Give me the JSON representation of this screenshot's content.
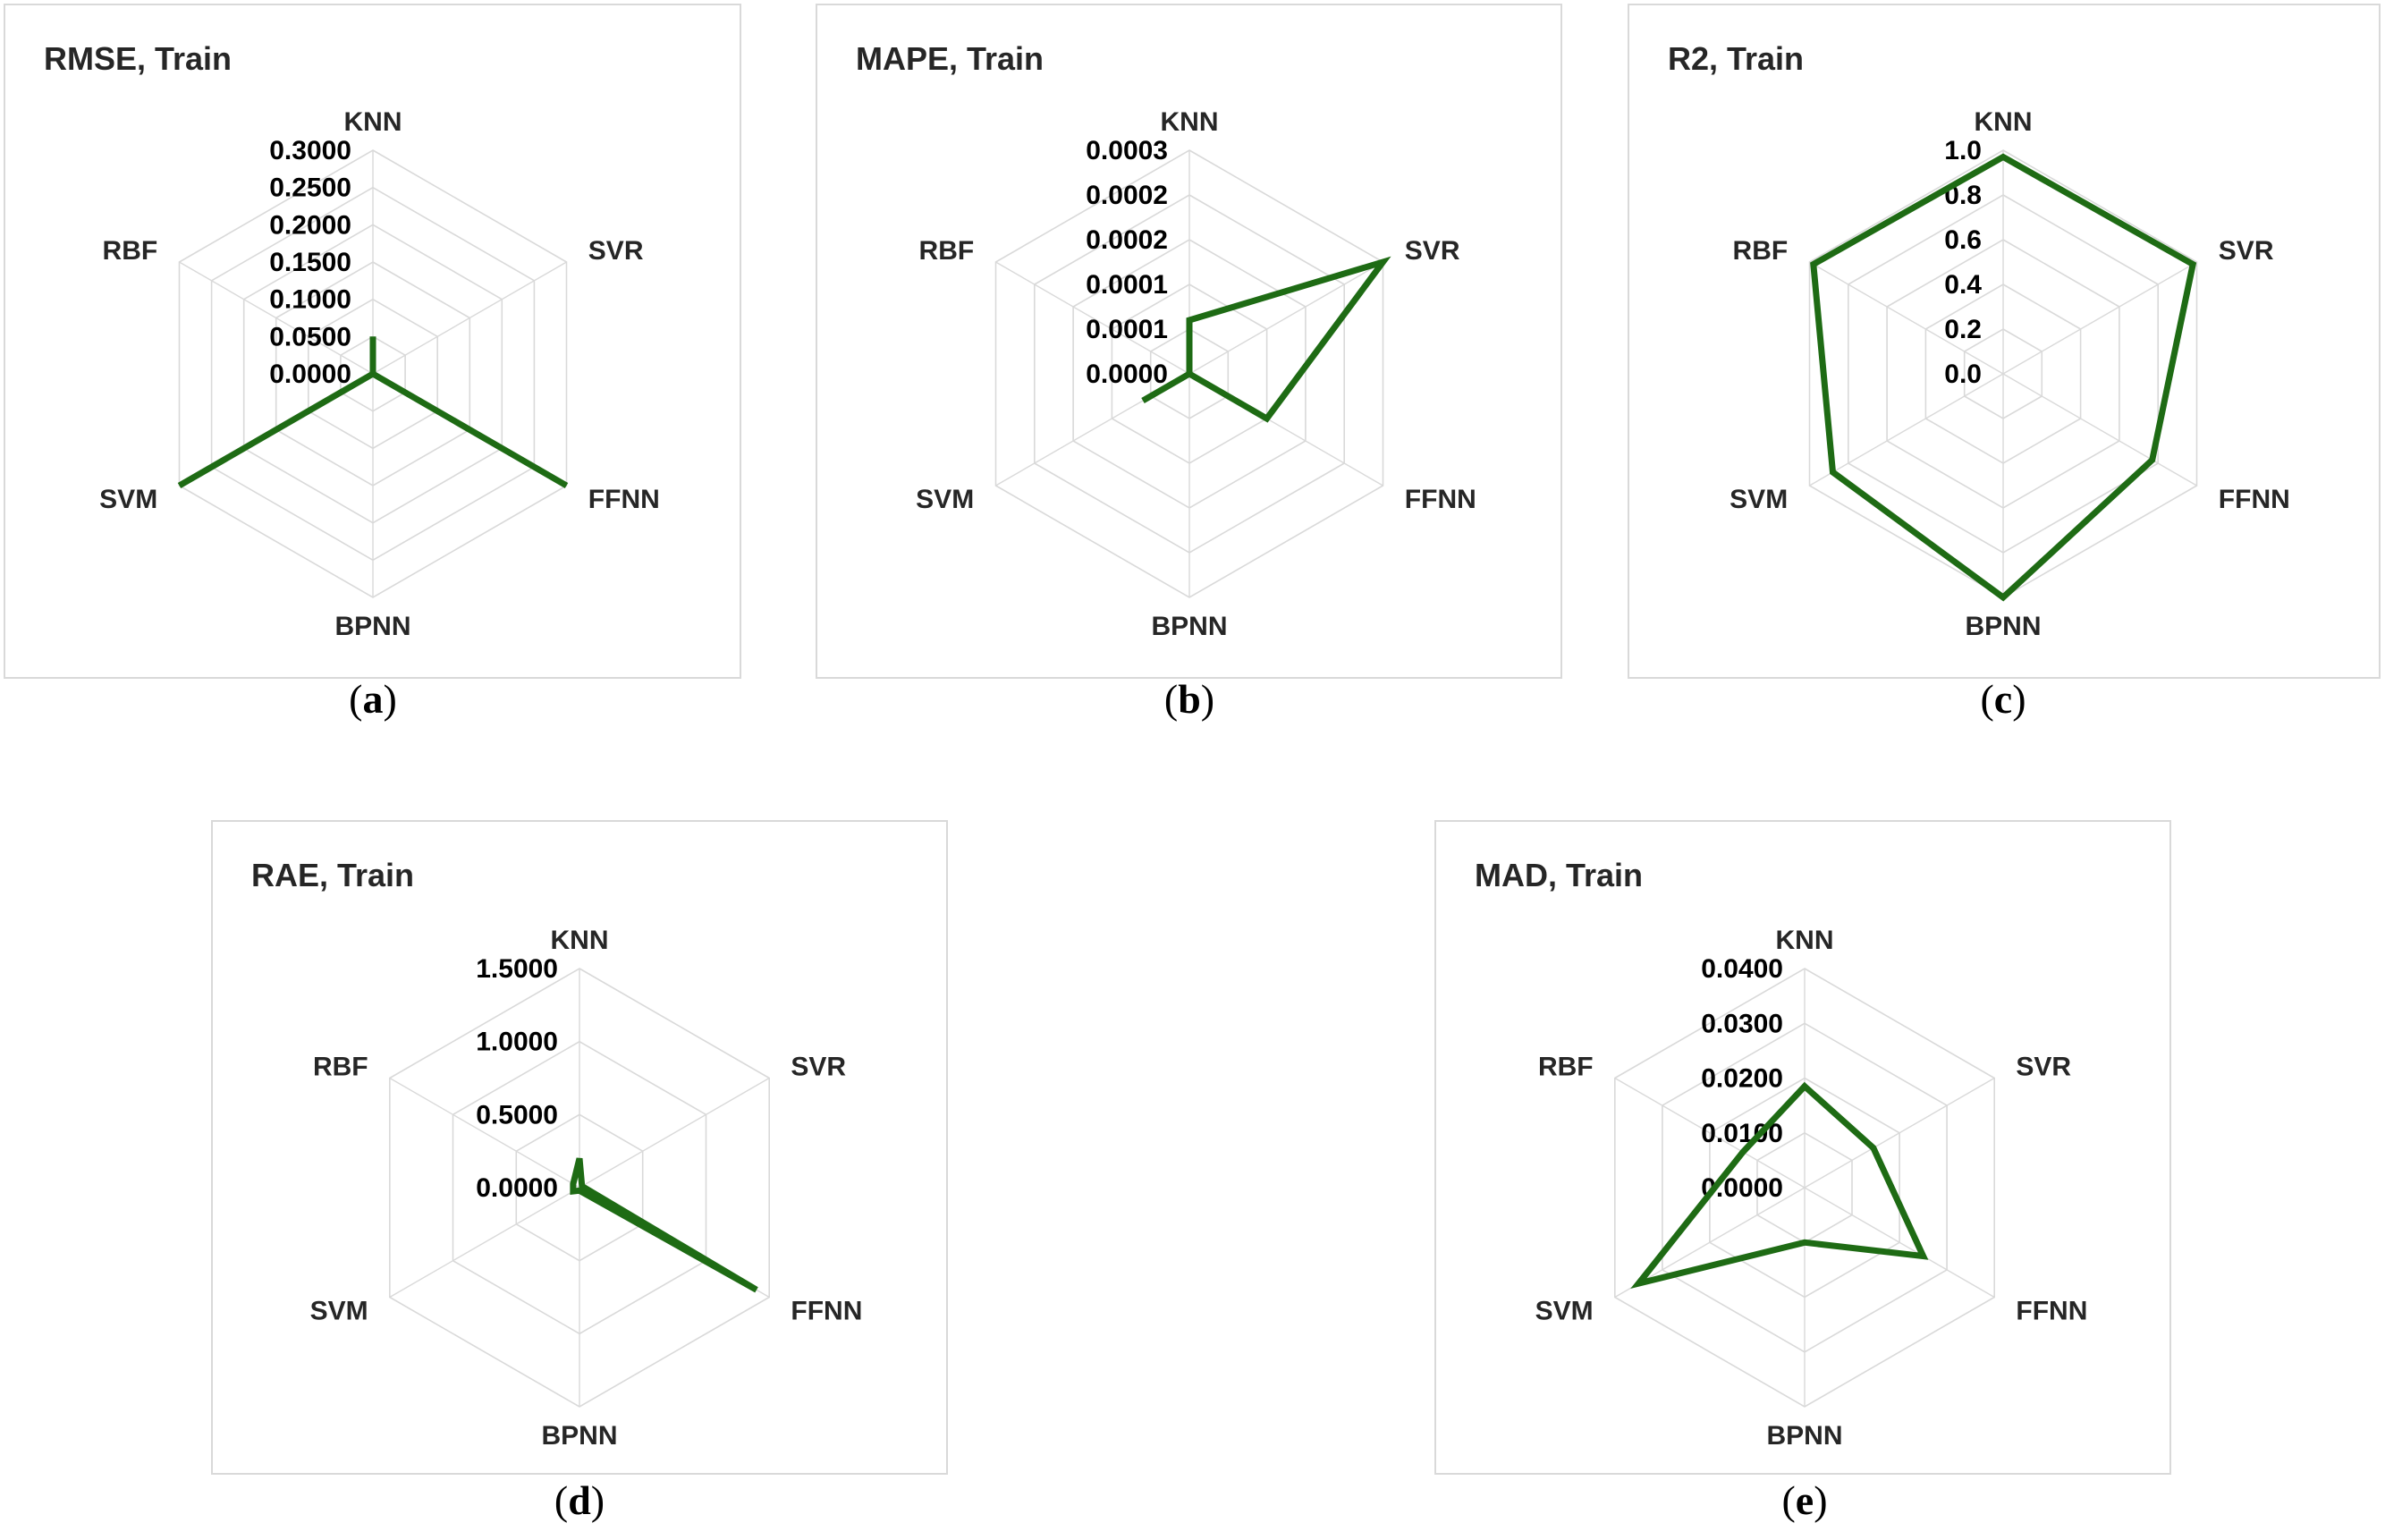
{
  "colors": {
    "series": "#1e6b14",
    "grid": "#d9d9d9",
    "text": "#262626"
  },
  "chart_data": [
    {
      "type": "radar",
      "title": "RMSE, Train",
      "caption": "a",
      "axes": [
        "KNN",
        "SVR",
        "FFNN",
        "BPNN",
        "SVM",
        "RBF"
      ],
      "ticks": [
        "0.0000",
        "0.0500",
        "0.1000",
        "0.1500",
        "0.2000",
        "0.2500",
        "0.3000"
      ],
      "range": [
        0,
        0.3
      ],
      "grid": true,
      "series": [
        {
          "values": [
            0.05,
            0.0,
            0.3,
            0.0,
            0.3,
            0.0
          ]
        }
      ]
    },
    {
      "type": "radar",
      "title": "MAPE, Train",
      "caption": "b",
      "axes": [
        "KNN",
        "SVR",
        "FFNN",
        "BPNN",
        "SVM",
        "RBF"
      ],
      "ticks": [
        "0.0000",
        "0.0001",
        "0.0001",
        "0.0002",
        "0.0002",
        "0.0003"
      ],
      "range": [
        0,
        0.00025
      ],
      "grid": true,
      "series": [
        {
          "values": [
            6e-05,
            0.00025,
            0.0001,
            0.0,
            6e-05,
            0.0
          ]
        }
      ]
    },
    {
      "type": "radar",
      "title": "R2, Train",
      "caption": "c",
      "axes": [
        "KNN",
        "SVR",
        "FFNN",
        "BPNN",
        "SVM",
        "RBF"
      ],
      "ticks": [
        "0.0",
        "0.2",
        "0.4",
        "0.6",
        "0.8",
        "1.0"
      ],
      "range": [
        0,
        1.0
      ],
      "grid": true,
      "series": [
        {
          "values": [
            0.97,
            0.98,
            0.77,
            1.0,
            0.88,
            0.98
          ]
        }
      ]
    },
    {
      "type": "radar",
      "title": "RAE, Train",
      "caption": "d",
      "axes": [
        "KNN",
        "SVR",
        "FFNN",
        "BPNN",
        "SVM",
        "RBF"
      ],
      "ticks": [
        "0.0000",
        "0.5000",
        "1.0000",
        "1.5000"
      ],
      "range": [
        0,
        1.5
      ],
      "grid": true,
      "series": [
        {
          "values": [
            0.2,
            0.02,
            1.4,
            0.02,
            0.05,
            0.05
          ]
        }
      ]
    },
    {
      "type": "radar",
      "title": "MAD, Train",
      "caption": "e",
      "axes": [
        "KNN",
        "SVR",
        "FFNN",
        "BPNN",
        "SVM",
        "RBF"
      ],
      "ticks": [
        "0.0000",
        "0.0100",
        "0.0200",
        "0.0300",
        "0.0400"
      ],
      "range": [
        0,
        0.04
      ],
      "grid": true,
      "series": [
        {
          "values": [
            0.0185,
            0.0145,
            0.025,
            0.01,
            0.035,
            0.013
          ]
        }
      ]
    }
  ]
}
